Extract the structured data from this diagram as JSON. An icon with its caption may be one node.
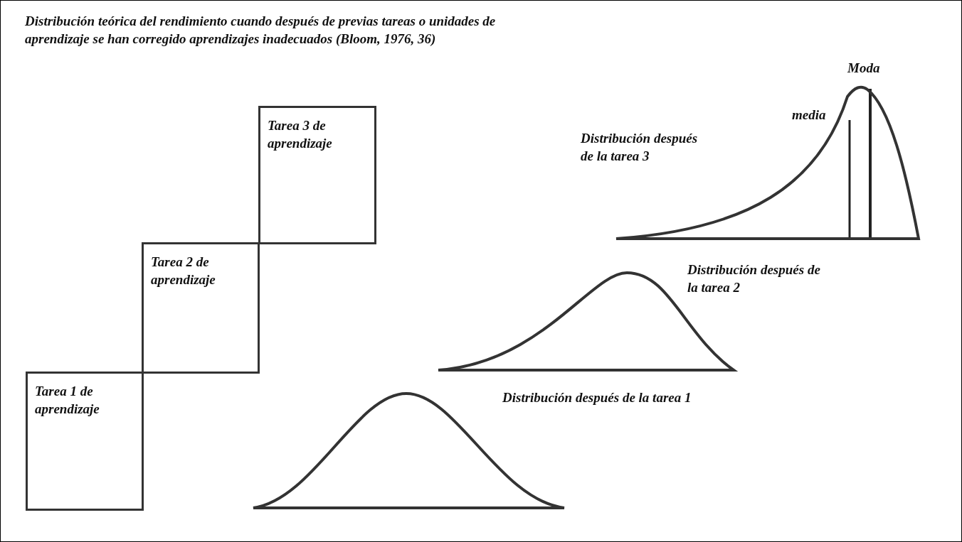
{
  "diagram": {
    "title": "Distribución teórica del rendimiento cuando después de previas tareas o unidades de aprendizaje se han corregido aprendizajes inadecuados (Bloom, 1976, 36)",
    "nodes": [
      {
        "text": [
          "Tarea 1 de aprendizaje"
        ]
      },
      {
        "text": [
          "Tarea 2 de aprendizaje"
        ]
      },
      {
        "text": [
          "Tarea 3 de aprendizaje"
        ]
      },
      {
        "text": [],
        "shape": "curve",
        "beside": [
          "Distribución después de la tarea 3"
        ]
      },
      {
        "text": [],
        "shape": "curve",
        "beside": [
          "Distribución después de la tarea 2"
        ]
      },
      {
        "text": [],
        "shape": "curve",
        "beside": [
          "Distribución después de la tarea 1"
        ]
      }
    ],
    "edges": [],
    "labels": [
      "Moda",
      "media"
    ]
  }
}
